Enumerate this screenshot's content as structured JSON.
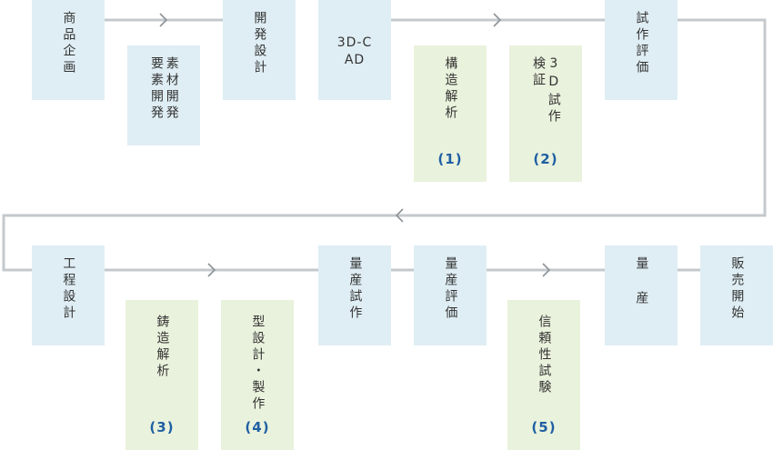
{
  "colors": {
    "main_process": "#dfeef4",
    "analysis_step": "#e9f2dc",
    "line": "#c4c9cd",
    "number": "#1f5fa3"
  },
  "top_row": [
    {
      "label": "商品企画"
    },
    {
      "label": "素材開発 要素開発"
    },
    {
      "label": "開発設計"
    },
    {
      "label": "3D-CAD"
    },
    {
      "label": "構造解析",
      "number": "(1)"
    },
    {
      "label": "3D試作 検証",
      "number": "(2)"
    },
    {
      "label": "試作評価"
    }
  ],
  "bottom_row": [
    {
      "label": "工程設計"
    },
    {
      "label": "鋳造解析",
      "number": "(3)"
    },
    {
      "label": "型設計・製作",
      "number": "(4)"
    },
    {
      "label": "量産試作"
    },
    {
      "label": "量産評価"
    },
    {
      "label": "信頼性試験",
      "number": "(5)"
    },
    {
      "label": "量 産"
    },
    {
      "label": "販売開始"
    }
  ]
}
